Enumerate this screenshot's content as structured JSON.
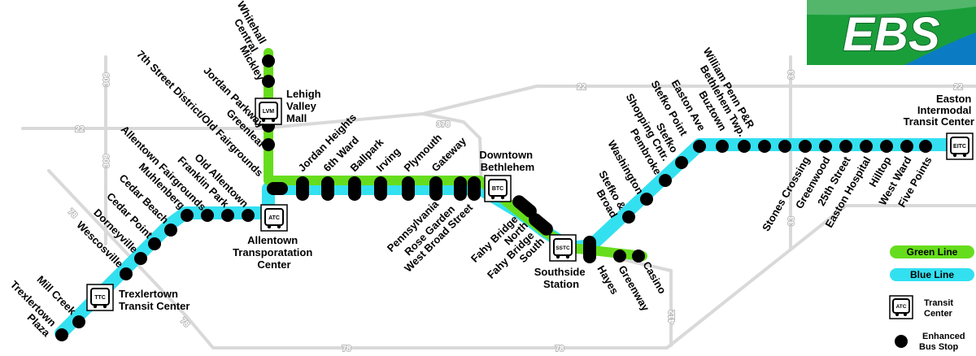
{
  "colors": {
    "green_line": "#66dd1c",
    "blue_line": "#33e0f0",
    "road": "#d9d9d9",
    "stop": "#000000",
    "logo_green": "#1a9e3a",
    "logo_blue": "#0b7cc4"
  },
  "logo": {
    "text": "EBS"
  },
  "roads": [
    {
      "label": "22",
      "route": "22"
    },
    {
      "label": "22",
      "route": "22"
    },
    {
      "label": "22",
      "route": "22"
    },
    {
      "label": "309",
      "route": "309"
    },
    {
      "label": "309",
      "route": "309"
    },
    {
      "label": "378",
      "route": "378"
    },
    {
      "label": "78",
      "route": "78"
    },
    {
      "label": "78",
      "route": "78"
    },
    {
      "label": "78",
      "route": "78"
    },
    {
      "label": "78",
      "route": "78"
    },
    {
      "label": "33",
      "route": "33"
    },
    {
      "label": "33",
      "route": "33"
    },
    {
      "label": "412",
      "route": "412"
    }
  ],
  "stops": [
    {
      "name": "Whitehall Central"
    },
    {
      "name": "Mickley"
    },
    {
      "name": "Jordan Parkway"
    },
    {
      "name": "Greenleaf"
    },
    {
      "name": "7th Street District/Old Fairgrounds"
    },
    {
      "name": "Allentown Fairgrounds"
    },
    {
      "name": "Old Allentown"
    },
    {
      "name": "Franklin Park"
    },
    {
      "name": "Muhlenberg"
    },
    {
      "name": "Cedar Beach"
    },
    {
      "name": "Cedar Point"
    },
    {
      "name": "Dorneyville"
    },
    {
      "name": "Wescosville"
    },
    {
      "name": "Mill Creek"
    },
    {
      "name": "Trexlertown Plaza"
    },
    {
      "name": "Jordan Heights"
    },
    {
      "name": "6th Ward"
    },
    {
      "name": "Ballpark"
    },
    {
      "name": "Irving"
    },
    {
      "name": "Plymouth"
    },
    {
      "name": "Gateway"
    },
    {
      "name": "Pennsylvania"
    },
    {
      "name": "Rose Garden"
    },
    {
      "name": "West Broad Street"
    },
    {
      "name": "Fahy Bridge North"
    },
    {
      "name": "Fahy Bridge South"
    },
    {
      "name": "Hayes"
    },
    {
      "name": "Greenway"
    },
    {
      "name": "Casino"
    },
    {
      "name": "Stefko & Broad"
    },
    {
      "name": "Washington"
    },
    {
      "name": "Pembroke"
    },
    {
      "name": "Stefko Shopping Cntr."
    },
    {
      "name": "Stefko Point"
    },
    {
      "name": "Easton Ave"
    },
    {
      "name": "Buztown"
    },
    {
      "name": "Bethlehem Twp."
    },
    {
      "name": "William Penn P&R"
    },
    {
      "name": "Stones Crossing"
    },
    {
      "name": "Greenwood"
    },
    {
      "name": "25th Street"
    },
    {
      "name": "Easton Hospital"
    },
    {
      "name": "Hilltop"
    },
    {
      "name": "West Ward"
    },
    {
      "name": "Five Points"
    }
  ],
  "stop_labels": [
    {
      "lines": [
        "Whitehall",
        "Central"
      ]
    },
    {
      "lines": [
        "Mickley"
      ]
    },
    {
      "lines": [
        "7th Street District/Old Fairgrounds"
      ]
    },
    {
      "lines": [
        "Jordan Parkway"
      ]
    },
    {
      "lines": [
        "Greenleaf"
      ]
    },
    {
      "lines": [
        "Allentown Fairgrounds"
      ]
    },
    {
      "lines": [
        "Old Allentown"
      ]
    },
    {
      "lines": [
        "Franklin Park"
      ]
    },
    {
      "lines": [
        "Muhlenberg"
      ]
    },
    {
      "lines": [
        "Cedar Beach"
      ]
    },
    {
      "lines": [
        "Cedar Point"
      ]
    },
    {
      "lines": [
        "Dorneyville"
      ]
    },
    {
      "lines": [
        "Wescosville"
      ]
    },
    {
      "lines": [
        "Mill Creek"
      ]
    },
    {
      "lines": [
        "Trexlertown",
        "Plaza"
      ]
    },
    {
      "lines": [
        "Jordan Heights"
      ]
    },
    {
      "lines": [
        "6th Ward"
      ]
    },
    {
      "lines": [
        "Ballpark"
      ]
    },
    {
      "lines": [
        "Irving"
      ]
    },
    {
      "lines": [
        "Plymouth"
      ]
    },
    {
      "lines": [
        "Gateway"
      ]
    },
    {
      "lines": [
        "Pennsylvania"
      ]
    },
    {
      "lines": [
        "Rose Garden"
      ]
    },
    {
      "lines": [
        "West Broad Street"
      ]
    },
    {
      "lines": [
        "Fahy Bridge",
        "North"
      ]
    },
    {
      "lines": [
        "Fahy Bridge",
        "South"
      ]
    },
    {
      "lines": [
        "Hayes"
      ]
    },
    {
      "lines": [
        "Greenway"
      ]
    },
    {
      "lines": [
        "Casino"
      ]
    },
    {
      "lines": [
        "Stefko &",
        "Broad"
      ]
    },
    {
      "lines": [
        "Washington"
      ]
    },
    {
      "lines": [
        "Pembroke"
      ]
    },
    {
      "lines": [
        "Stefko",
        "Shopping Cntr."
      ]
    },
    {
      "lines": [
        "Stefko Point"
      ]
    },
    {
      "lines": [
        "Easton Ave"
      ]
    },
    {
      "lines": [
        "Buztown"
      ]
    },
    {
      "lines": [
        "William Penn P&R",
        "Bethlehem Twp."
      ]
    },
    {
      "lines": [
        "Stones Crossing"
      ]
    },
    {
      "lines": [
        "Greenwood"
      ]
    },
    {
      "lines": [
        "25th Street"
      ]
    },
    {
      "lines": [
        "Easton Hospital"
      ]
    },
    {
      "lines": [
        "Hilltop"
      ]
    },
    {
      "lines": [
        "West Ward"
      ]
    },
    {
      "lines": [
        "Five Points"
      ]
    }
  ],
  "transit_centers": [
    {
      "code": "LVM",
      "lines": [
        "Lehigh",
        "Valley",
        "Mall"
      ]
    },
    {
      "code": "ATC",
      "lines": [
        "Allentown",
        "Transporatation",
        "Center"
      ]
    },
    {
      "code": "TTC",
      "lines": [
        "Trexlertown",
        "Transit Center"
      ]
    },
    {
      "code": "BTC",
      "lines": [
        "Downtown",
        "Bethlehem"
      ]
    },
    {
      "code": "SSTC",
      "lines": [
        "Southside",
        "Station"
      ]
    },
    {
      "code": "EITC",
      "lines": [
        "Easton",
        "Intermodal",
        "Transit Center"
      ]
    }
  ],
  "legend": {
    "green_line": "Green Line",
    "blue_line": "Blue Line",
    "transit_center_code": "ATC",
    "transit_center": [
      "Transit",
      "Center"
    ],
    "enhanced_stop": [
      "Enhanced",
      "Bus Stop"
    ]
  }
}
